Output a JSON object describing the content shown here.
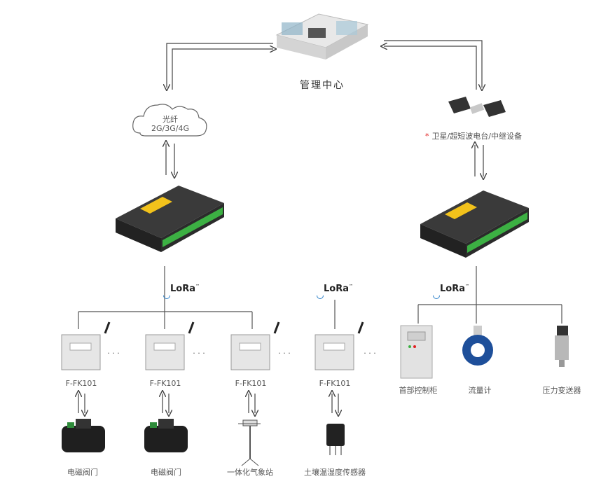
{
  "management_center": {
    "label": "管理中心"
  },
  "cloud": {
    "line1": "光纤",
    "line2": "2G/3G/4G"
  },
  "satellite": {
    "label": "卫星/超短波电台/中继设备"
  },
  "lora": {
    "text": "LoRa",
    "tm": "™"
  },
  "valve_controllers": [
    {
      "label": "F-FK101"
    },
    {
      "label": "F-FK101"
    },
    {
      "label": "F-FK101"
    },
    {
      "label": "F-FK101"
    }
  ],
  "endpoints_left": [
    {
      "label": "电磁阀门"
    },
    {
      "label": "电磁阀门"
    },
    {
      "label": "一体化气象站"
    },
    {
      "label": "土壤温湿度传感器"
    }
  ],
  "endpoints_right": [
    {
      "label": "首部控制柜"
    },
    {
      "label": "流量计"
    },
    {
      "label": "压力变送器"
    }
  ],
  "ellipsis": "· · ·",
  "colors": {
    "line": "#444444",
    "lora_wave": "#2a7fc8",
    "gateway_body": "#2b2b2b",
    "gateway_terminal": "#3cb043",
    "gateway_label": "#f2c21b",
    "star": "#e02020"
  }
}
